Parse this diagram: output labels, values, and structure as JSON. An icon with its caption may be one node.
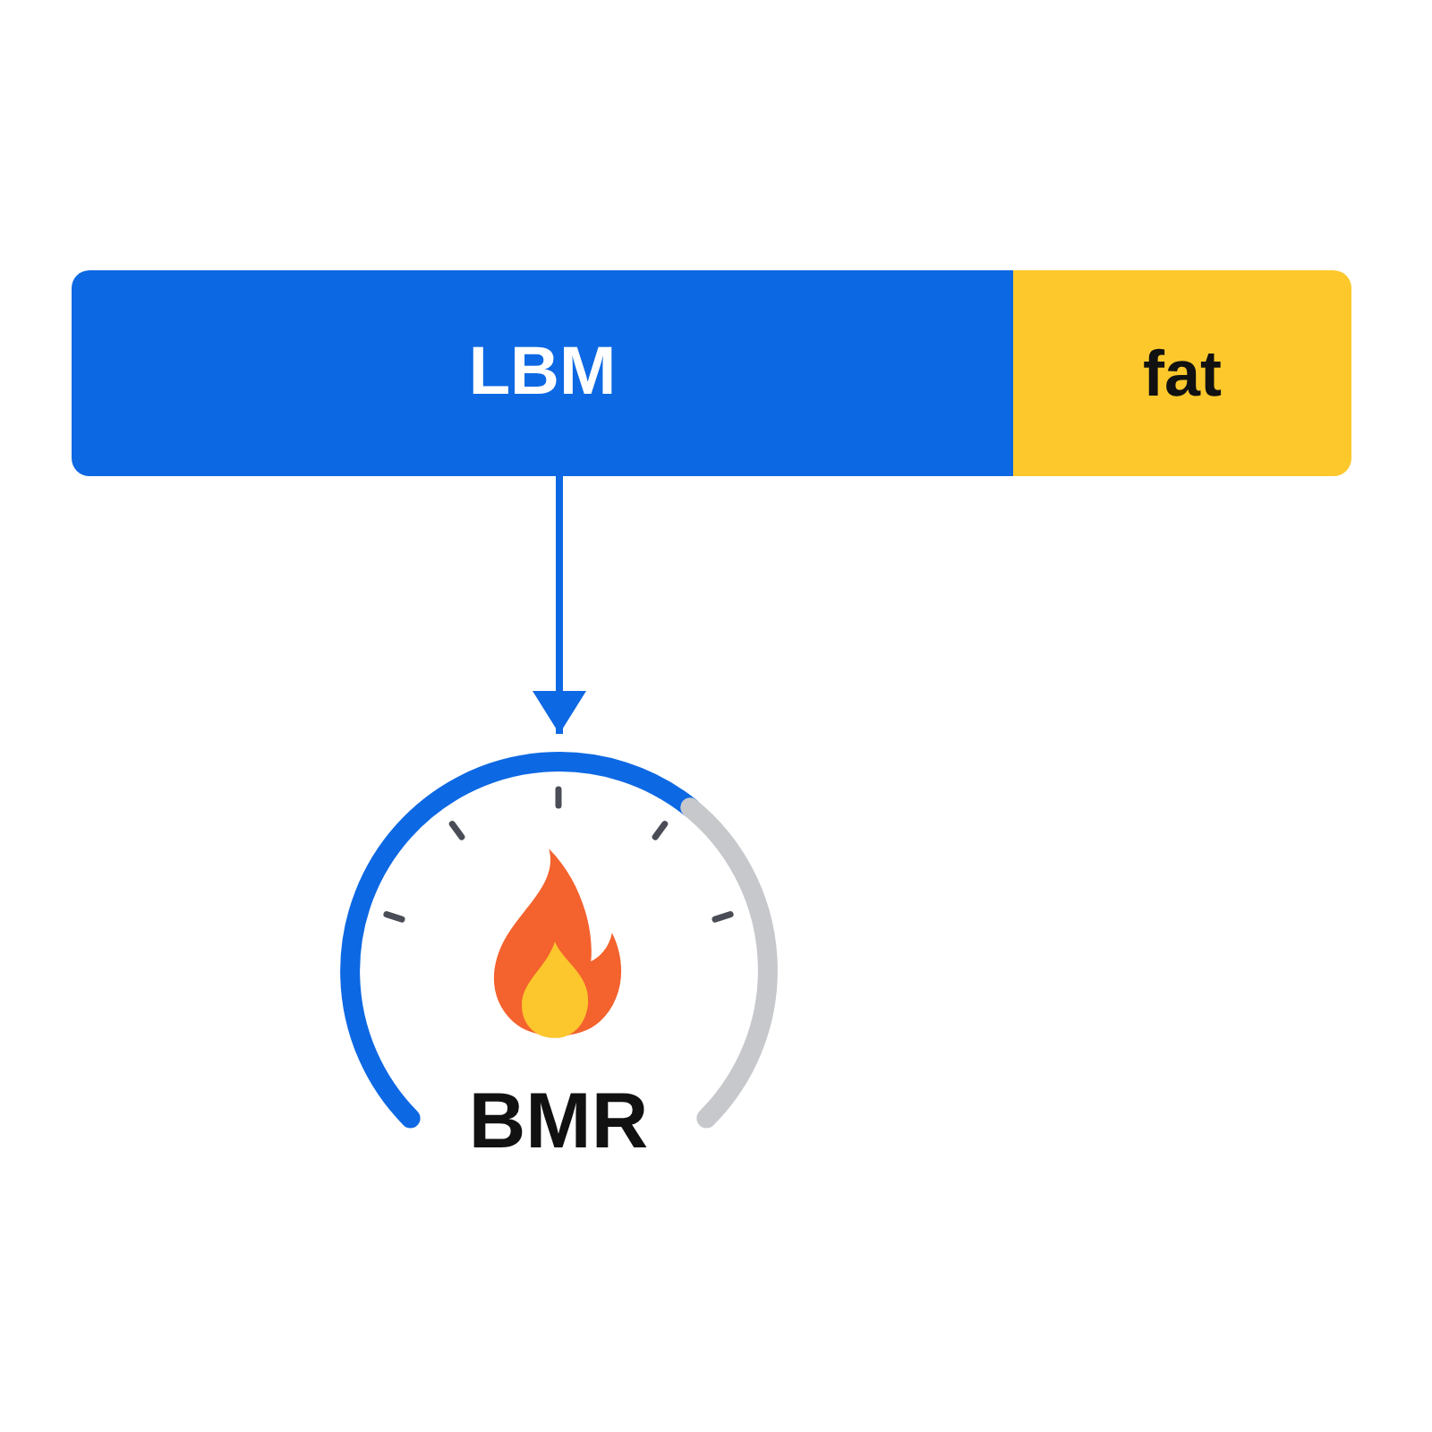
{
  "diagram": {
    "nodes": [
      {
        "text": [
          "LBM"
        ]
      },
      {
        "text": [
          "fat"
        ]
      },
      {
        "text": [
          "BMR"
        ]
      }
    ],
    "edges": [
      {
        "from": 0,
        "to": 2,
        "arrow": "to"
      }
    ]
  }
}
